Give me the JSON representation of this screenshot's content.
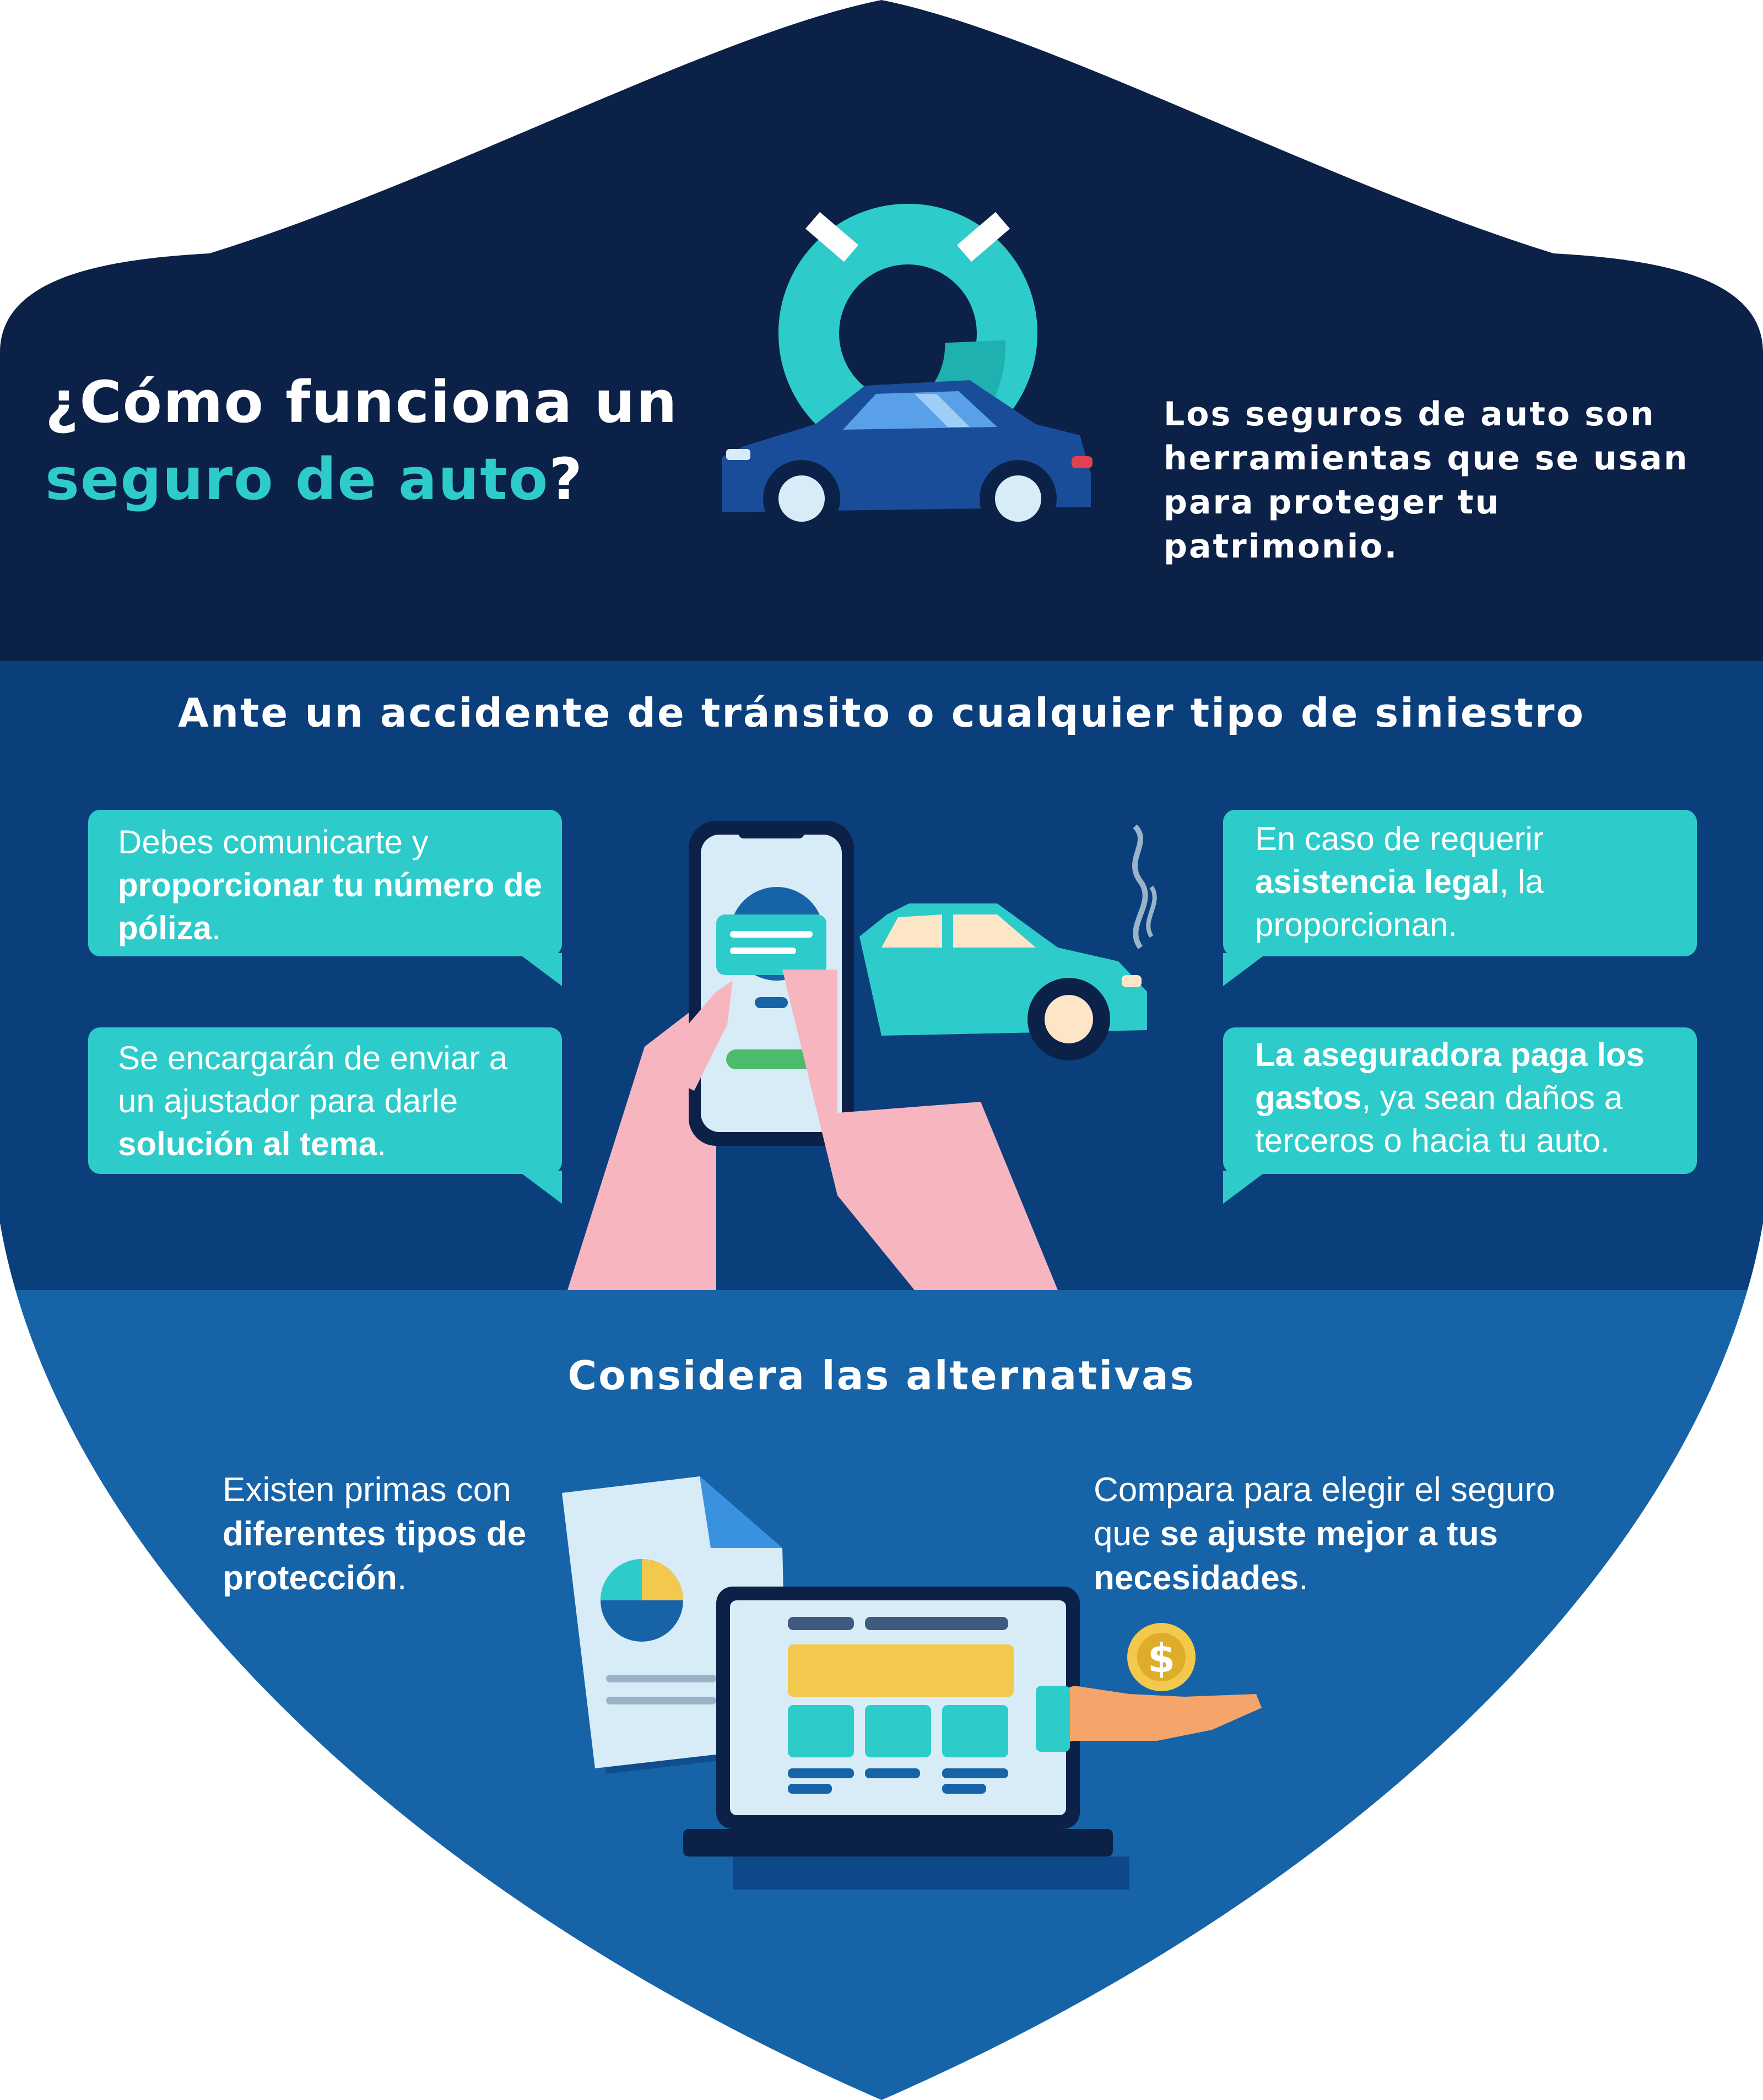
{
  "header": {
    "title_line1": "¿Cómo funciona un",
    "title_accent": "seguro de auto",
    "title_end": "?",
    "intro": "Los seguros de auto son herramientas que se usan para proteger tu patrimonio."
  },
  "accident": {
    "heading": "Ante un accidente de tránsito o cualquier tipo de siniestro",
    "bubbles": [
      {
        "pre": "Debes comunicarte y ",
        "bold": "proporcionar tu número de póliza",
        "post": "."
      },
      {
        "pre": "Se encargarán de enviar a un ajustador para darle ",
        "bold": "solución al tema",
        "post": "."
      },
      {
        "pre": "En caso de requerir ",
        "bold": "asistencia legal",
        "post": ", la proporcionan."
      },
      {
        "pre": "",
        "bold": "La aseguradora paga los gastos",
        "post": ", ya sean daños a terceros o hacia tu auto."
      }
    ]
  },
  "alternatives": {
    "heading": "Considera las alternativas",
    "left": {
      "pre": "Existen primas con ",
      "bold": "diferentes tipos de protección",
      "post": "."
    },
    "right": {
      "pre": "Compara para elegir el seguro que ",
      "bold": "se ajuste mejor a tus necesidades",
      "post": "."
    }
  },
  "icons": [
    "lifebuoy-icon",
    "car-icon",
    "smartphone-icon",
    "crashed-car-icon",
    "document-pie-chart-icon",
    "laptop-icon",
    "dollar-coin-icon"
  ],
  "colors": {
    "navy": "#0c2148",
    "blue_mid": "#0a3f7c",
    "blue_light": "#1763a8",
    "teal": "#2ecbcb"
  }
}
